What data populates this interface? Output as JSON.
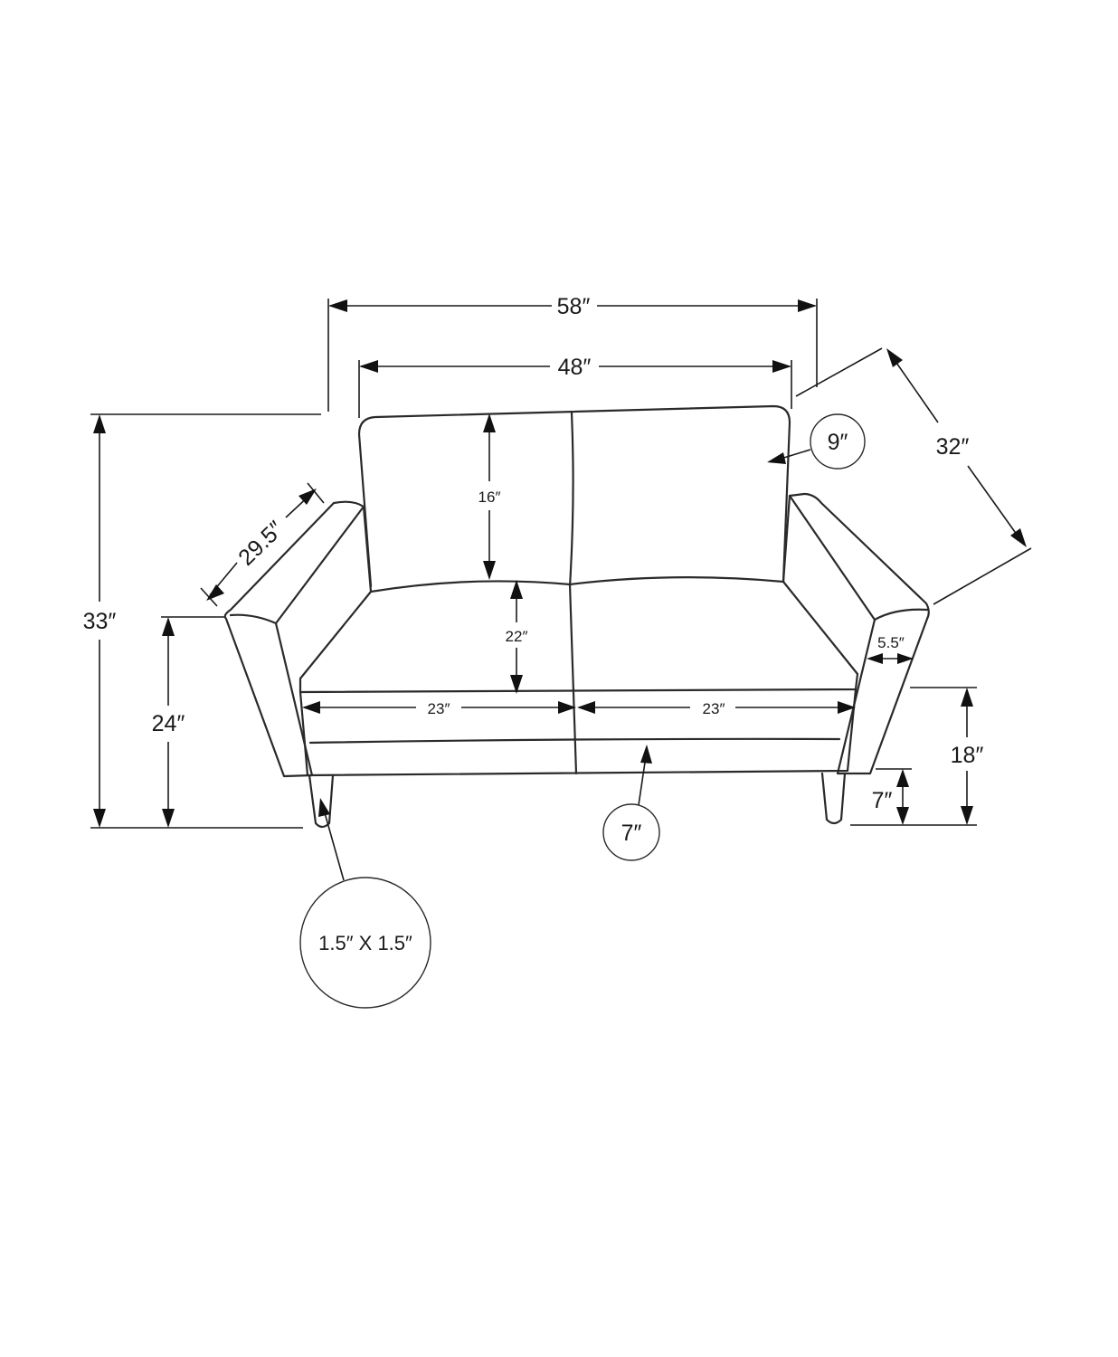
{
  "dimensions": {
    "overall_width": "58″",
    "back_width": "48″",
    "depth": "32″",
    "back_thickness": "9″",
    "arm_length": "29.5″",
    "back_height": "16″",
    "seat_depth": "22″",
    "overall_height": "33″",
    "arm_height": "24″",
    "seat_height": "18″",
    "leg_height": "7″",
    "arm_width": "5.5″",
    "left_cushion_width": "23″",
    "right_cushion_width": "23″",
    "cushion_thickness": "7″",
    "leg_size": "1.5″ X 1.5″"
  },
  "colors": {
    "line": "#2a2a2a",
    "background": "#ffffff"
  }
}
